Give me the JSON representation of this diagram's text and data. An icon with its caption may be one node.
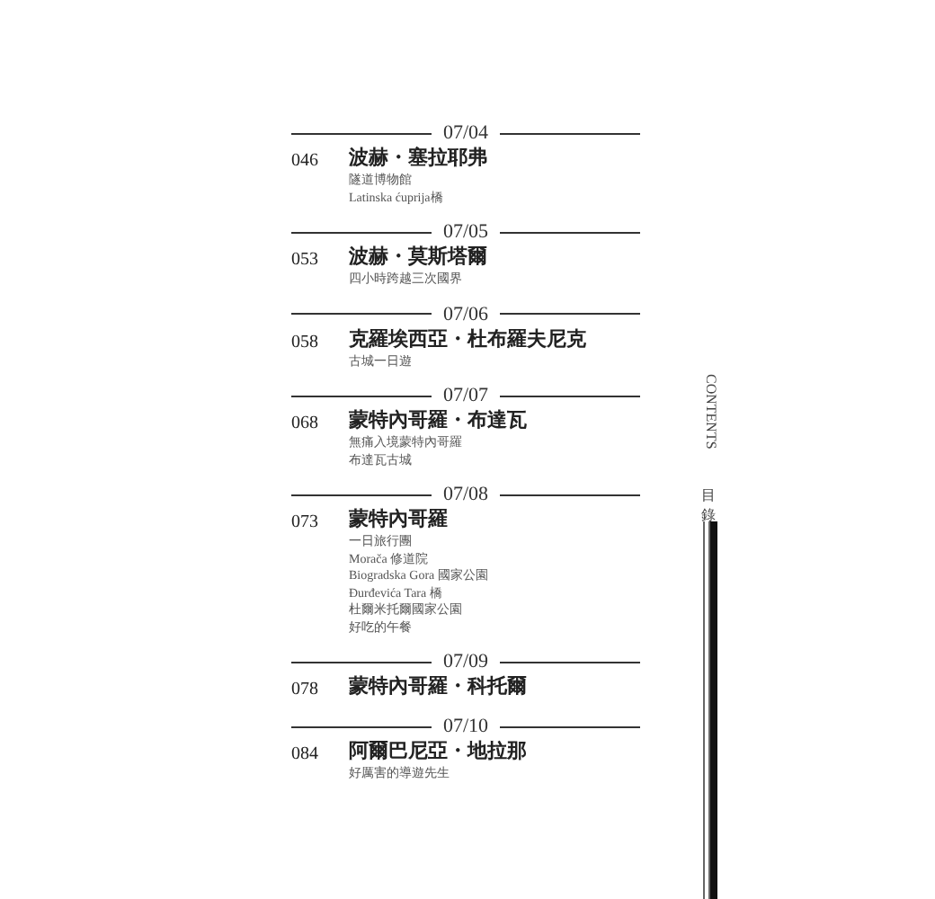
{
  "diagram": {
    "labels": [
      "07/04",
      "046",
      "波赫・塞拉耶弗",
      "隧道博物館",
      "Latinska ćuprija橋",
      "07/05",
      "053",
      "波赫・莫斯塔爾",
      "四小時跨越三次國界",
      "07/06",
      "058",
      "克羅埃西亞・杜布羅夫尼克",
      "古城一日遊",
      "07/07",
      "068",
      "蒙特內哥羅・布達瓦",
      "無痛入境蒙特內哥羅",
      "布達瓦古城",
      "07/08",
      "073",
      "蒙特內哥羅",
      "一日旅行團",
      "Morača 修道院",
      "Biogradska Gora 國家公園",
      "Đurđevića Tara 橋",
      "杜爾米托爾國家公園",
      "好吃的午餐",
      "07/09",
      "078",
      "蒙特內哥羅・科托爾",
      "07/10",
      "084",
      "阿爾巴尼亞・地拉那",
      "好厲害的導遊先生",
      "CONTENTS",
      "目錄"
    ]
  }
}
